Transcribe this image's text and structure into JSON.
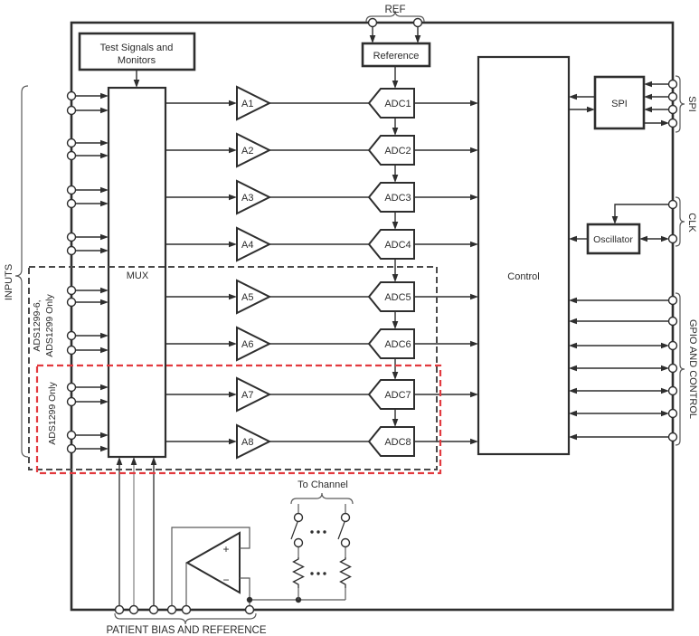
{
  "labels": {
    "ref": "REF",
    "reference": "Reference",
    "test_line1": "Test Signals and",
    "test_line2": "Monitors",
    "mux": "MUX",
    "control": "Control",
    "spi_block": "SPI",
    "oscillator": "Oscillator",
    "spi_group": "SPI",
    "clk_group": "CLK",
    "gpio_group": "GPIO AND CONTROL",
    "inputs_group": "INPUTS",
    "black_box_line1": "ADS1299-6,",
    "black_box_line2": "ADS1299 Only",
    "red_box": "ADS1299 Only",
    "to_channel": "To Channel",
    "patient_bias": "PATIENT BIAS AND REFERENCE",
    "opamp_plus": "+",
    "opamp_minus": "−"
  },
  "channels": [
    {
      "amp": "A1",
      "adc": "ADC1"
    },
    {
      "amp": "A2",
      "adc": "ADC2"
    },
    {
      "amp": "A3",
      "adc": "ADC3"
    },
    {
      "amp": "A4",
      "adc": "ADC4"
    },
    {
      "amp": "A5",
      "adc": "ADC5"
    },
    {
      "amp": "A6",
      "adc": "ADC6"
    },
    {
      "amp": "A7",
      "adc": "ADC7"
    },
    {
      "amp": "A8",
      "adc": "ADC8"
    }
  ],
  "colors": {
    "line": "#2e2e2e",
    "thin_wire": "#5a5a5a",
    "gray_wire": "#8a8a8a",
    "black_dash": "#4a4a4a",
    "red_dash": "#e23a3f",
    "block_fill": "#ffffff"
  }
}
